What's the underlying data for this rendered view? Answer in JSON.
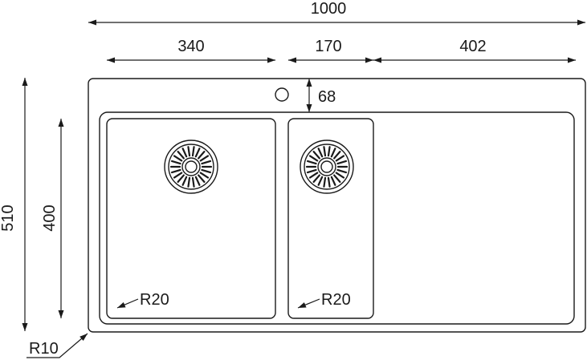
{
  "dimensions": {
    "overall_width": "1000",
    "left_bowl_width": "340",
    "right_bowl_width": "170",
    "drainer_width": "402",
    "overall_depth": "510",
    "bowl_depth": "400",
    "tap_hole_offset": "68",
    "bowl_radius_left": "R20",
    "bowl_radius_right": "R20",
    "outer_radius": "R10"
  },
  "colors": {
    "line": "#1a1a1a",
    "background": "#ffffff"
  }
}
